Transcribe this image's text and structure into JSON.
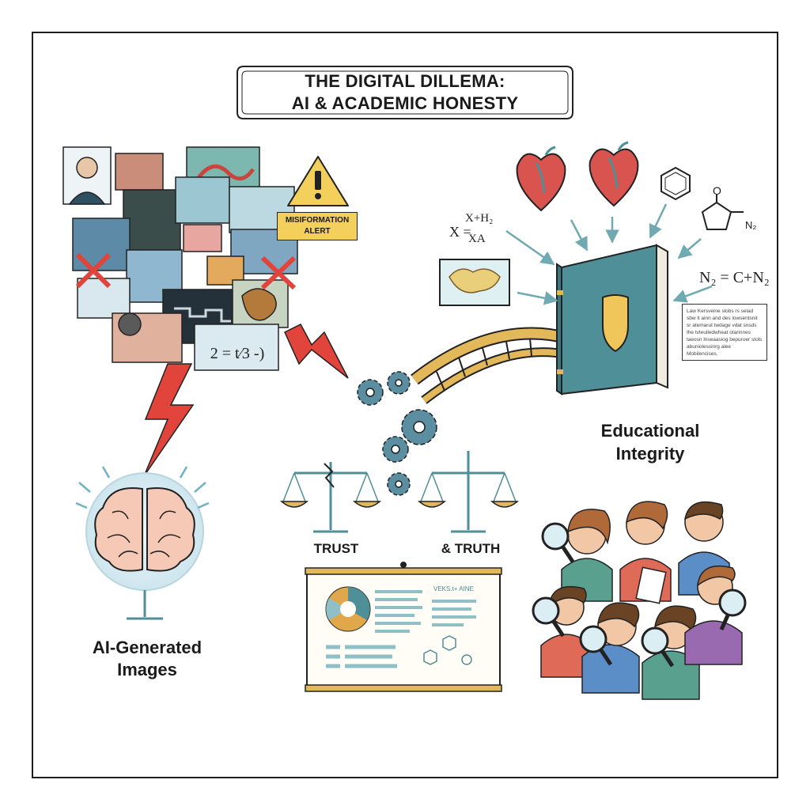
{
  "title": {
    "line1": "THE DIGITAL DILLEMA:",
    "line2": "AI & ACADEMIC HONESTY"
  },
  "labels": {
    "ai_generated_line1": "AI-Generated",
    "ai_generated_line2": "Images",
    "educational_line1": "Educational",
    "educational_line2": "Integrity",
    "trust": "TRUST",
    "truth": "& TRUTH"
  },
  "alert": {
    "line1": "MISIFORMATION",
    "line2": "ALERT"
  },
  "formulas": {
    "f1_x": "X =",
    "f1_numerator": "X+H₂",
    "f1_denominator": "XA",
    "f2": "N₂ = C+N₂",
    "chem_o": "O",
    "chem_n": "N₂",
    "collage_eq": "2 = t⁄3 -)"
  },
  "note_text": "Law Kersveine slobs rs selad sbw it ainn and des lowsentsnit sr atemarut twdage vdat snsds the tvteuiledwheat otarinnes taeosn lnseaasiog bepuroer stols abuniolessinrg alee Mobilencises.",
  "board_heading": "VEKS.t+ AINE",
  "colors": {
    "teal": "#4f8f98",
    "gold": "#e2b85a",
    "red": "#e0443a",
    "brain_pink": "#f6c9b6",
    "glow": "#cfe6ee",
    "alert_yellow": "#f3cf5b"
  },
  "icons": [
    "warning-icon",
    "brain-icon",
    "book-icon",
    "shield-icon",
    "gear-icon",
    "scale-icon",
    "heart-icon",
    "benzene-icon",
    "magnifier-icon",
    "lightning-icon",
    "bridge-icon",
    "map-icon",
    "x-mark-icon"
  ]
}
